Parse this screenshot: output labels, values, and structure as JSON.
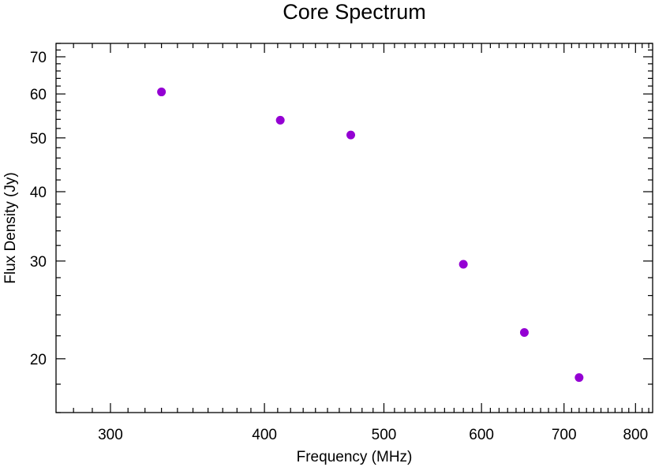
{
  "chart_data": {
    "type": "scatter",
    "title": "Core Spectrum",
    "xlabel": "Frequency (MHz)",
    "ylabel": "Flux Density (Jy)",
    "xscale": "log",
    "yscale": "log",
    "xlim": [
      271,
      826
    ],
    "ylim": [
      16,
      74
    ],
    "x_ticks": [
      300,
      400,
      500,
      600,
      700,
      800
    ],
    "y_ticks": [
      20,
      30,
      40,
      50,
      60,
      70
    ],
    "grid": false,
    "marker_color": "#9400d3",
    "points": [
      {
        "x": 330,
        "y": 60.5
      },
      {
        "x": 412,
        "y": 53.8
      },
      {
        "x": 470,
        "y": 50.6
      },
      {
        "x": 580,
        "y": 29.6
      },
      {
        "x": 650,
        "y": 22.3
      },
      {
        "x": 720,
        "y": 18.5
      }
    ]
  }
}
